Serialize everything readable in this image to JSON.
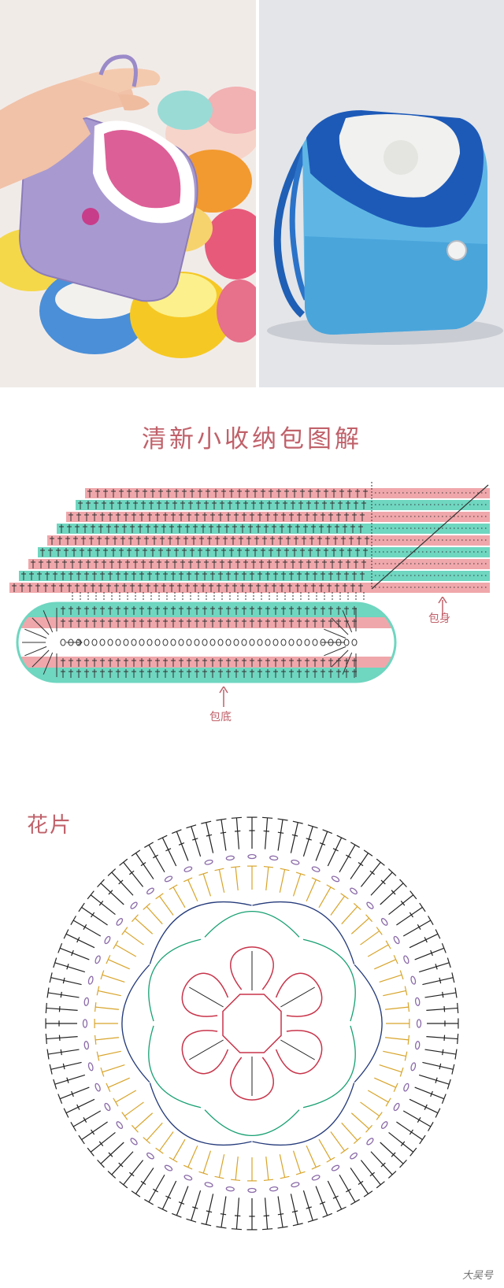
{
  "title": "清新小收纳包图解",
  "labels": {
    "body": "包身",
    "base": "包底",
    "motif": "花片"
  },
  "watermark": {
    "main": "大吴号"
  },
  "colors": {
    "pink_row": "#f0a7ab",
    "teal_row": "#6fd6c0",
    "title_red": "#c0616a",
    "motif_red": "#c8344a",
    "motif_green": "#16a071",
    "motif_navy": "#243a7a",
    "motif_gold": "#d8a42a",
    "motif_purple": "#8a6aa8",
    "motif_black": "#222222"
  },
  "photos": {
    "left": "hand holding a lilac crochet pouch with pink-and-white flower flap, pile of colorful pouches behind",
    "right": "blue crochet pouch with white lace flower flap, button and strap, on grey background"
  }
}
